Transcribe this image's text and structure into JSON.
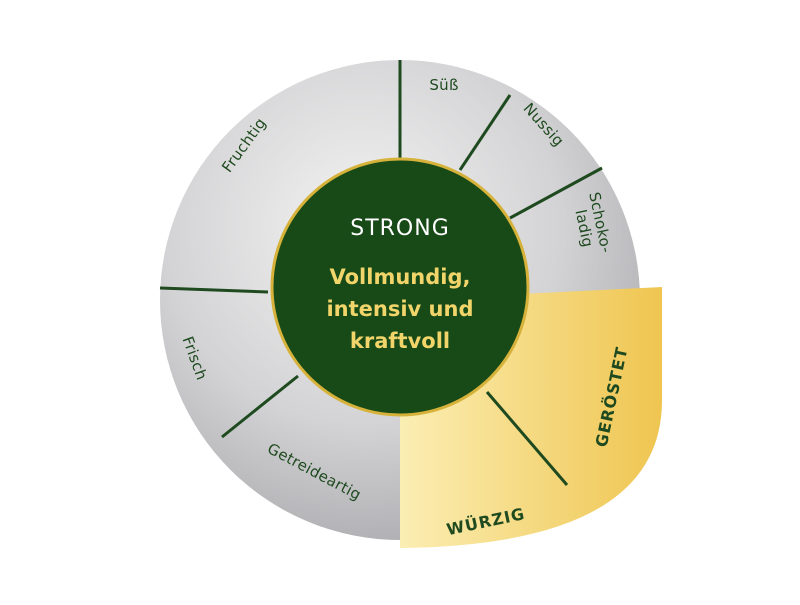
{
  "wheel": {
    "center": {
      "title": "STRONG",
      "description_lines": [
        "Vollmundig,",
        "intensiv und",
        "kraftvoll"
      ]
    },
    "segments": [
      {
        "label": "Süß",
        "highlighted": false
      },
      {
        "label": "Nussig",
        "highlighted": false
      },
      {
        "label_lines": [
          "Schoko-",
          "ladig"
        ],
        "highlighted": false
      },
      {
        "label": "GERÖSTET",
        "highlighted": true
      },
      {
        "label": "WÜRZIG",
        "highlighted": true
      },
      {
        "label": "Getreideartig",
        "highlighted": false
      },
      {
        "label": "Frisch",
        "highlighted": false
      },
      {
        "label": "Fruchtig",
        "highlighted": false
      }
    ],
    "colors": {
      "outer_ring_light": "#e9e9e9",
      "outer_ring_mid": "#c4c4c6",
      "outer_ring_dark": "#a9a9ad",
      "inner_circle": "#174a17",
      "inner_circle_border": "#d7b23a",
      "divider": "#1f4a1f",
      "highlight_light": "#fbeaa6",
      "highlight_dark": "#eec64d"
    }
  }
}
